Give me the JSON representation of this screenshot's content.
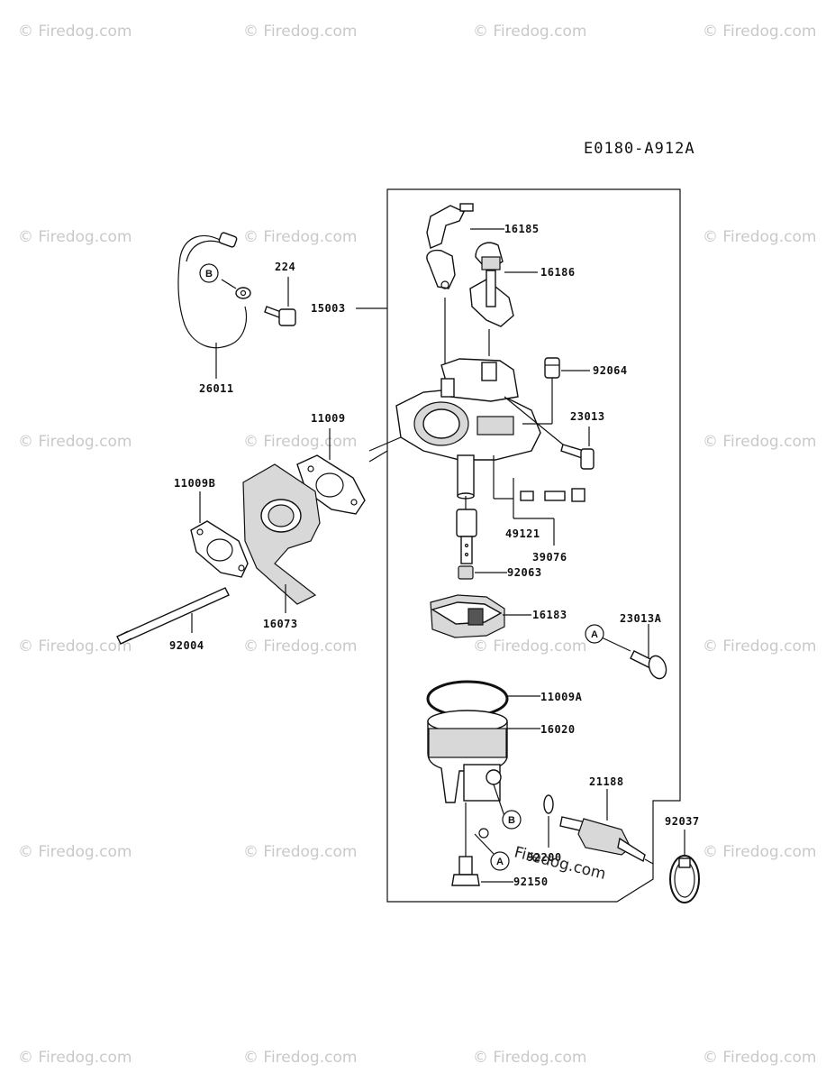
{
  "diagram_code": "E0180-A912A",
  "watermark": "© Firedog.com",
  "center_watermark": "Firedog.com",
  "callouts": {
    "A": "A",
    "B": "B"
  },
  "parts": {
    "p16185": "16185",
    "p16186": "16186",
    "p224": "224",
    "p15003": "15003",
    "p92064": "92064",
    "p26011": "26011",
    "p11009": "11009",
    "p23013": "23013",
    "p11009b": "11009B",
    "p49121": "49121",
    "p39076": "39076",
    "p92063": "92063",
    "p16183": "16183",
    "p23013a": "23013A",
    "p92004": "92004",
    "p16073": "16073",
    "p11009a": "11009A",
    "p16020": "16020",
    "p21188": "21188",
    "p92037": "92037",
    "p92200": "92200",
    "p92150": "92150"
  }
}
